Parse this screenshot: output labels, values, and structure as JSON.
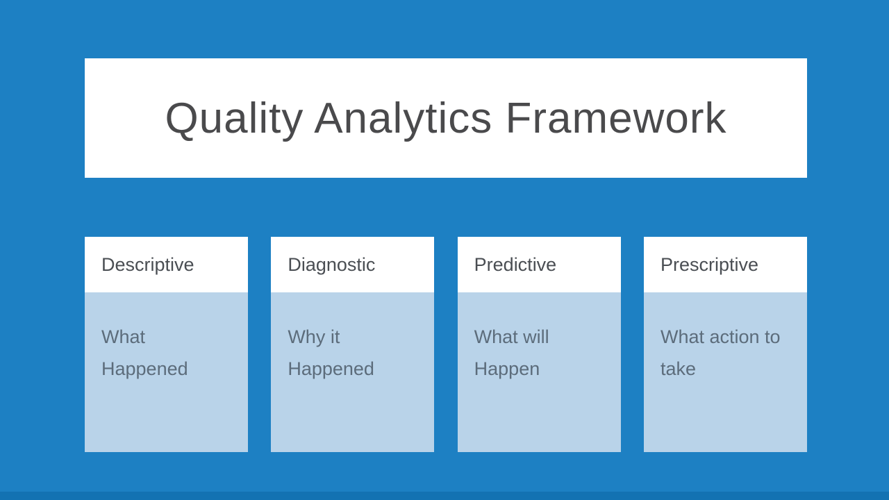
{
  "slide": {
    "title": "Quality Analytics Framework",
    "colors": {
      "background": "#1d80c3",
      "title_text": "#4a4a4c",
      "card_header_bg": "#ffffff",
      "card_body_bg": "#b9d3e9",
      "card_title_text": "#4a4e53",
      "card_body_text": "#5c6c7b",
      "footer_strip": "#1372b2"
    },
    "cards": [
      {
        "title": "Descriptive",
        "description": "What Happened"
      },
      {
        "title": "Diagnostic",
        "description": "Why it Happened"
      },
      {
        "title": "Predictive",
        "description": "What will Happen"
      },
      {
        "title": "Prescriptive",
        "description": "What action to take"
      }
    ]
  }
}
